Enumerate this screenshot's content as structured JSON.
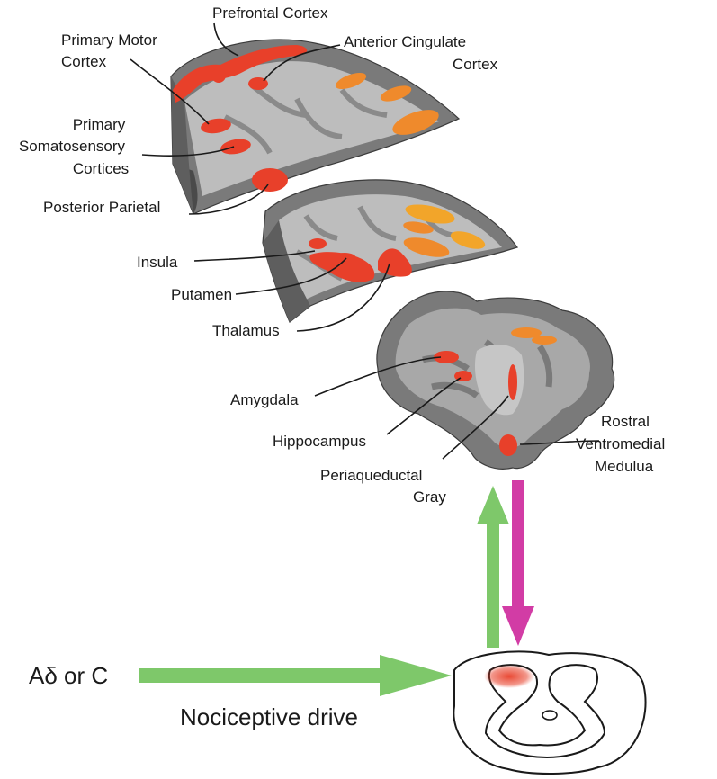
{
  "labels": {
    "prefrontal_cortex": "Prefrontal Cortex",
    "primary_motor_1": "Primary Motor",
    "primary_motor_2": "Cortex",
    "anterior_cingulate_1": "Anterior Cingulate",
    "anterior_cingulate_2": "Cortex",
    "somatosensory_1": "Primary",
    "somatosensory_2": "Somatosensory",
    "somatosensory_3": "Cortices",
    "posterior_parietal": "Posterior Parietal",
    "insula": "Insula",
    "putamen": "Putamen",
    "thalamus": "Thalamus",
    "amygdala": "Amygdala",
    "hippocampus": "Hippocampus",
    "pag_1": "Periaqueductal",
    "pag_2": "Gray",
    "rvm_1": "Rostral",
    "rvm_2": "Ventromedial",
    "rvm_3": "Medulua",
    "fiber_input": "Aδ or C",
    "nociceptive_drive": "Nociceptive drive"
  },
  "colors": {
    "activation_red": "#e8402a",
    "activation_orange": "#ef8a2c",
    "activation_amber": "#f2a52a",
    "ascending_arrow": "#7ec86a",
    "descending_arrow": "#d23ca5",
    "brain_dark": "#7a7a7a",
    "brain_light": "#bdbdbd"
  }
}
